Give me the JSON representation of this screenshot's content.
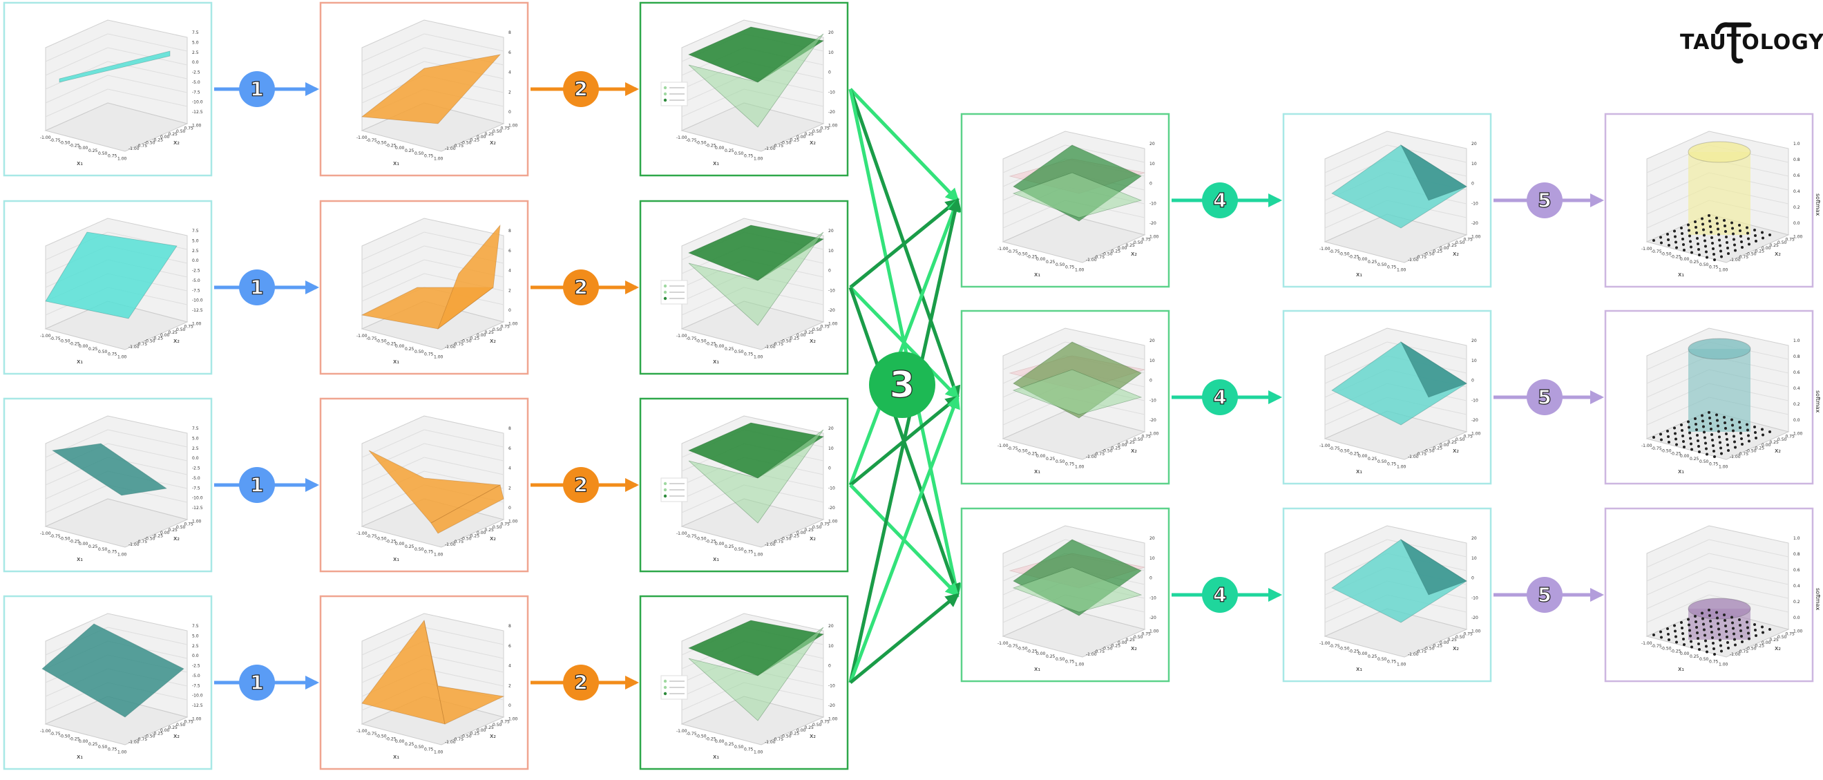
{
  "logo": {
    "text": "TAUTOLOGY"
  },
  "palette": {
    "stage1": "#56e0d6",
    "stage1_dark": "#3a8f8a",
    "stage2": "#f5a43a",
    "stage3": "#2e8b3c",
    "stage3_light": "#9fd8a0",
    "stage4": "#5fd6cc",
    "stage5_yellow": "#f2ec9a",
    "stage5_teal": "#7fbfc0",
    "stage5_purple": "#a889b8",
    "arrow1": "#5a9cf5",
    "arrow2": "#f28c1a",
    "arrow3_light": "#33e27a",
    "arrow3_dark": "#1a9c48",
    "arrow4": "#1fd69c",
    "arrow5": "#b39ddb",
    "border1": "#a8e8e6",
    "border2": "#f0a590",
    "border3": "#2ea84a",
    "border4": "#5cd28a",
    "border5": "#a8e8e6",
    "border6": "#cdb6e0"
  },
  "steps": {
    "step1": "1",
    "step2": "2",
    "step3": "3",
    "step4": "4",
    "step5": "5"
  },
  "axis": {
    "x1": "x₁",
    "x2": "x₂",
    "ticks_x": [
      "-1.00",
      "-0.75",
      "-0.50",
      "-0.25",
      "0.00",
      "0.25",
      "0.50",
      "0.75",
      "1.00"
    ],
    "ticks_col1": [
      "7.5",
      "5.0",
      "2.5",
      "0.0",
      "-2.5",
      "-5.0",
      "-7.5",
      "-10.0",
      "-12.5"
    ],
    "ticks_col2": [
      "8",
      "6",
      "4",
      "2",
      "0"
    ],
    "ticks_col3": [
      "20",
      "10",
      "0",
      "-10",
      "-20"
    ],
    "ticks_col6": [
      "1.0",
      "0.8",
      "0.6",
      "0.4",
      "0.2",
      "0.0"
    ],
    "ylabel_col6": "softmax"
  },
  "legend": {
    "entries": [
      "o",
      "o",
      "o"
    ]
  }
}
